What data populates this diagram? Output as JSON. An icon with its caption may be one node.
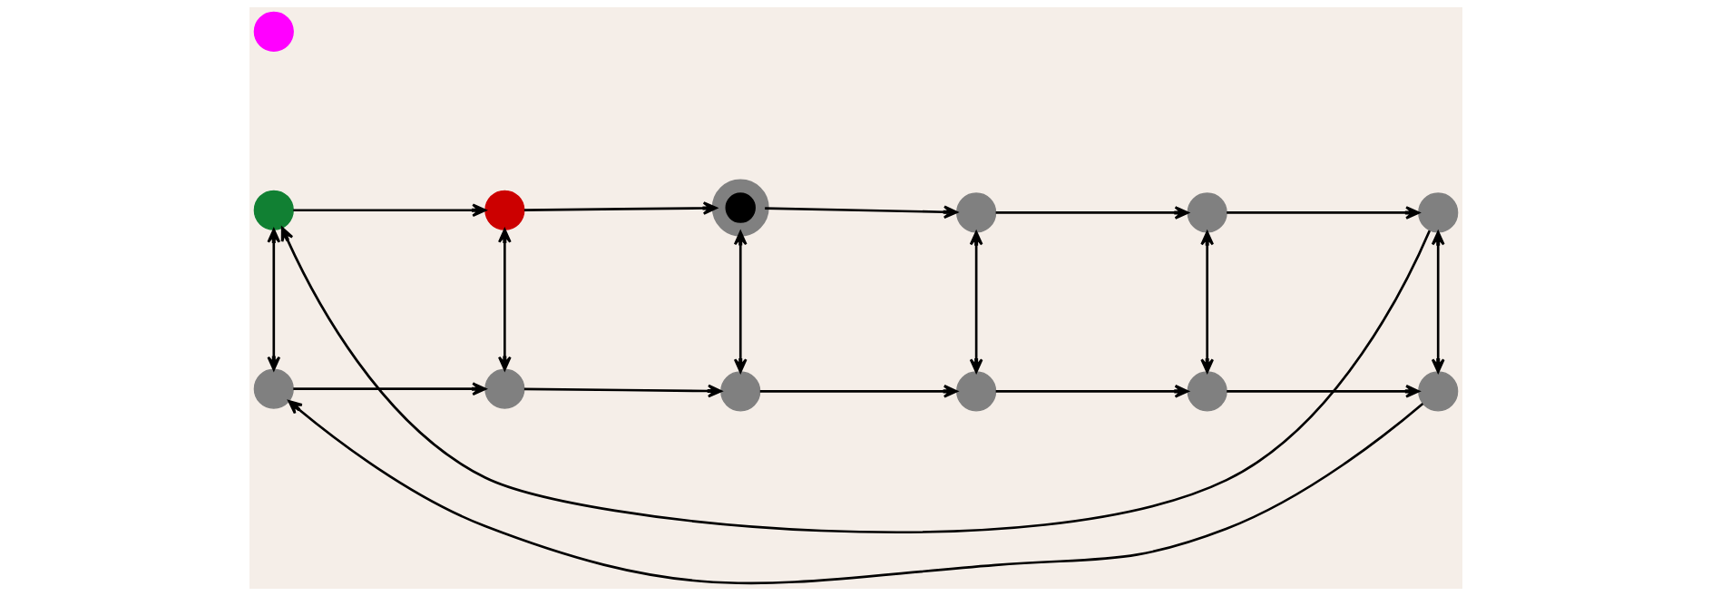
{
  "diagram": {
    "nodes": [
      {
        "text": [],
        "shape": "circle"
      },
      {
        "text": [],
        "shape": "circle"
      },
      {
        "text": [],
        "shape": "circle"
      },
      {
        "text": [],
        "shape": "circle"
      },
      {
        "text": [],
        "shape": "circle"
      },
      {
        "text": [],
        "shape": "circle"
      },
      {
        "text": [],
        "shape": "circle"
      },
      {
        "text": [],
        "shape": "circle"
      },
      {
        "text": [],
        "shape": "circle"
      },
      {
        "text": [],
        "shape": "circle"
      },
      {
        "text": [],
        "shape": "circle"
      },
      {
        "text": [],
        "shape": "circle"
      },
      {
        "text": [],
        "shape": "circle"
      }
    ],
    "edges": [
      {
        "from": 0,
        "to": 1,
        "arrow": "to"
      },
      {
        "from": 1,
        "to": 2,
        "arrow": "to"
      },
      {
        "from": 2,
        "to": 3,
        "arrow": "to"
      },
      {
        "from": 3,
        "to": 4,
        "arrow": "to"
      },
      {
        "from": 4,
        "to": 5,
        "arrow": "to"
      },
      {
        "from": 5,
        "to": 0,
        "arrow": "to"
      },
      {
        "from": 0,
        "to": 7,
        "arrow": "both"
      },
      {
        "from": 1,
        "to": 8,
        "arrow": "both"
      },
      {
        "from": 2,
        "to": 9,
        "arrow": "both"
      },
      {
        "from": 3,
        "to": 10,
        "arrow": "both"
      },
      {
        "from": 4,
        "to": 11,
        "arrow": "both"
      },
      {
        "from": 5,
        "to": 12,
        "arrow": "both"
      },
      {
        "from": 7,
        "to": 8,
        "arrow": "to"
      },
      {
        "from": 8,
        "to": 9,
        "arrow": "to"
      },
      {
        "from": 9,
        "to": 10,
        "arrow": "to"
      },
      {
        "from": 10,
        "to": 11,
        "arrow": "to"
      },
      {
        "from": 11,
        "to": 12,
        "arrow": "to"
      },
      {
        "from": 12,
        "to": 7,
        "arrow": "to"
      }
    ]
  }
}
